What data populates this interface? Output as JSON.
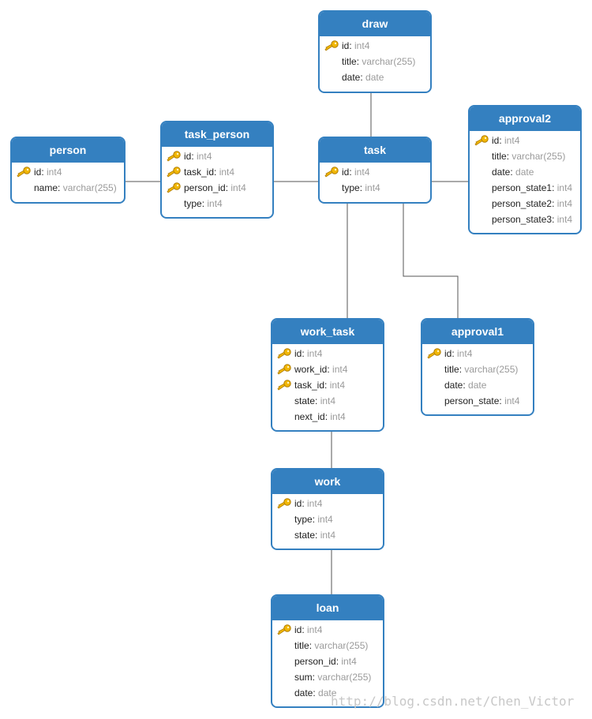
{
  "entities": [
    {
      "id": "draw",
      "name": "draw",
      "fields": [
        {
          "name": "id",
          "type": "int4",
          "key": true
        },
        {
          "name": "title",
          "type": "varchar(255)",
          "key": false
        },
        {
          "name": "date",
          "type": "date",
          "key": false
        }
      ]
    },
    {
      "id": "person",
      "name": "person",
      "fields": [
        {
          "name": "id",
          "type": "int4",
          "key": true
        },
        {
          "name": "name",
          "type": "varchar(255)",
          "key": false
        }
      ]
    },
    {
      "id": "task_person",
      "name": "task_person",
      "fields": [
        {
          "name": "id",
          "type": "int4",
          "key": true
        },
        {
          "name": "task_id",
          "type": "int4",
          "key": true
        },
        {
          "name": "person_id",
          "type": "int4",
          "key": true
        },
        {
          "name": "type",
          "type": "int4",
          "key": false
        }
      ]
    },
    {
      "id": "task",
      "name": "task",
      "fields": [
        {
          "name": "id",
          "type": "int4",
          "key": true
        },
        {
          "name": "type",
          "type": "int4",
          "key": false
        }
      ]
    },
    {
      "id": "approval2",
      "name": "approval2",
      "fields": [
        {
          "name": "id",
          "type": "int4",
          "key": true
        },
        {
          "name": "title",
          "type": "varchar(255)",
          "key": false
        },
        {
          "name": "date",
          "type": "date",
          "key": false
        },
        {
          "name": "person_state1",
          "type": "int4",
          "key": false
        },
        {
          "name": "person_state2",
          "type": "int4",
          "key": false
        },
        {
          "name": "person_state3",
          "type": "int4",
          "key": false
        }
      ]
    },
    {
      "id": "work_task",
      "name": "work_task",
      "fields": [
        {
          "name": "id",
          "type": "int4",
          "key": true
        },
        {
          "name": "work_id",
          "type": "int4",
          "key": true
        },
        {
          "name": "task_id",
          "type": "int4",
          "key": true
        },
        {
          "name": "state",
          "type": "int4",
          "key": false
        },
        {
          "name": "next_id",
          "type": "int4",
          "key": false
        }
      ]
    },
    {
      "id": "approval1",
      "name": "approval1",
      "fields": [
        {
          "name": "id",
          "type": "int4",
          "key": true
        },
        {
          "name": "title",
          "type": "varchar(255)",
          "key": false
        },
        {
          "name": "date",
          "type": "date",
          "key": false
        },
        {
          "name": "person_state",
          "type": "int4",
          "key": false
        }
      ]
    },
    {
      "id": "work",
      "name": "work",
      "fields": [
        {
          "name": "id",
          "type": "int4",
          "key": true
        },
        {
          "name": "type",
          "type": "int4",
          "key": false
        },
        {
          "name": "state",
          "type": "int4",
          "key": false
        }
      ]
    },
    {
      "id": "loan",
      "name": "loan",
      "fields": [
        {
          "name": "id",
          "type": "int4",
          "key": true
        },
        {
          "name": "title",
          "type": "varchar(255)",
          "key": false
        },
        {
          "name": "person_id",
          "type": "int4",
          "key": false
        },
        {
          "name": "sum",
          "type": "varchar(255)",
          "key": false
        },
        {
          "name": "date",
          "type": "date",
          "key": false
        }
      ]
    }
  ],
  "relationships": [
    {
      "from": "draw",
      "to": "task"
    },
    {
      "from": "person",
      "to": "task_person"
    },
    {
      "from": "task_person",
      "to": "task"
    },
    {
      "from": "task",
      "to": "approval2"
    },
    {
      "from": "task",
      "to": "work_task"
    },
    {
      "from": "task",
      "to": "approval1"
    },
    {
      "from": "work_task",
      "to": "work"
    },
    {
      "from": "work",
      "to": "loan"
    }
  ],
  "watermark": "http://blog.csdn.net/Chen_Victor",
  "colors": {
    "header": "#3480c0",
    "border": "#3480c0",
    "type_text": "#9a9a9a",
    "key_icon": "#f0b400",
    "connector": "#555555"
  }
}
